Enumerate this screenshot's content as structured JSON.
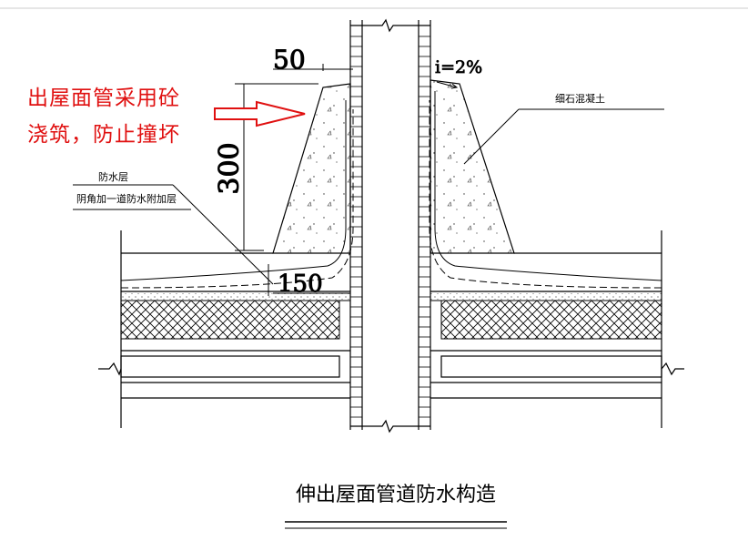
{
  "annotation": {
    "line1": "出屋面管采用砼",
    "line2": "浇筑，防止撞坏",
    "color": "#e01010"
  },
  "labels": {
    "waterproof_layer": "防水层",
    "corner_layer": "阴角加一道防水附加层",
    "fine_concrete": "细石混凝土",
    "slope": "i=2%"
  },
  "dimensions": {
    "top_offset": "50",
    "collar_height": "300",
    "base_width": "150"
  },
  "title": "伸出屋面管道防水构造"
}
